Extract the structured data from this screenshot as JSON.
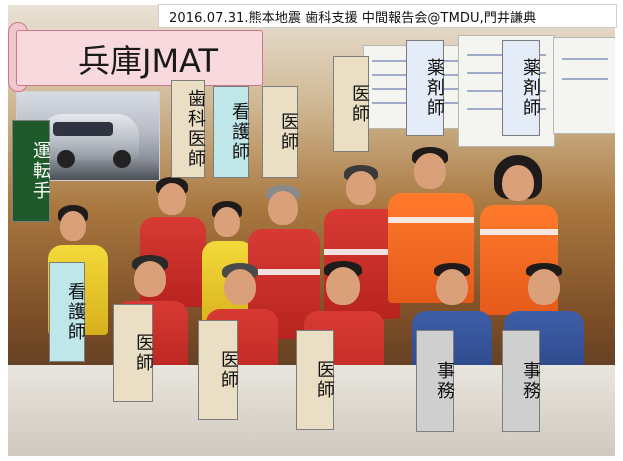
{
  "header": {
    "title": "2016.07.31.熊本地震 歯科支援 中間報告会@TMDU,門井謙典"
  },
  "banner": {
    "text": "兵庫JMAT"
  },
  "labels": {
    "driver": "運転手",
    "dentist": "歯科医師",
    "nurse_top": "看護師",
    "doctor_top_1": "医師",
    "doctor_top_2": "医師",
    "pharmacist_1": "薬剤師",
    "pharmacist_2": "薬剤師",
    "nurse_bottom": "看護師",
    "doctor_bottom_1": "医師",
    "doctor_bottom_2": "医師",
    "doctor_bottom_3": "医師",
    "office_1": "事務",
    "office_2": "事務"
  },
  "colors": {
    "banner_bg": "#f7d9de",
    "driver_bg": "#1e5a2b",
    "nurse_bg": "#bfe7ea",
    "doctor_bg": "#eadfc4",
    "pharmacist_bg": "#e4ecf7",
    "office_bg": "#cfcfcf"
  }
}
